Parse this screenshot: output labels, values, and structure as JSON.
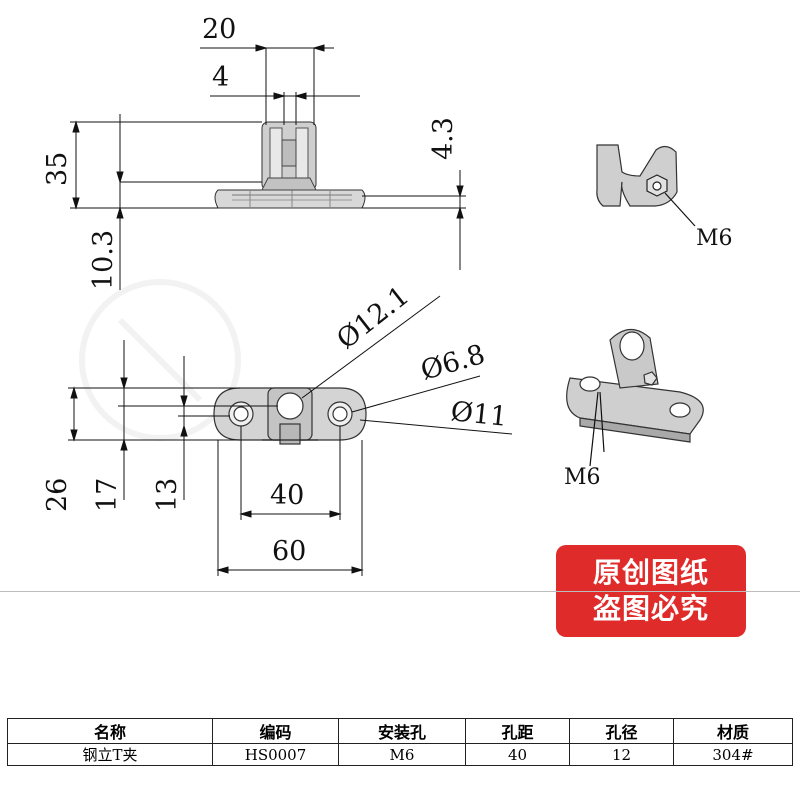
{
  "dimensions": {
    "top_width_20": "20",
    "slot_4": "4",
    "height_35": "35",
    "height_10_3": "10.3",
    "height_4_3": "4.3",
    "dia_12_1": "Ø12.1",
    "dia_6_8": "Ø6.8",
    "dia_11": "Ø11",
    "height_26": "26",
    "height_17": "17",
    "height_13": "13",
    "pitch_40": "40",
    "length_60": "60"
  },
  "labels": {
    "m6_side": "M6",
    "m6_iso": "M6"
  },
  "stamp": {
    "line1": "原创图纸",
    "line2": "盗图必究"
  },
  "spec_table": {
    "headers": [
      "名称",
      "编码",
      "安装孔",
      "孔距",
      "孔径",
      "材质"
    ],
    "row": [
      "钢立T夹",
      "HS0007",
      "M6",
      "40",
      "12",
      "304#"
    ]
  },
  "colors": {
    "stamp_red": "#e02b2b",
    "part_gray": "#cfcfcf",
    "line": "#111111"
  }
}
